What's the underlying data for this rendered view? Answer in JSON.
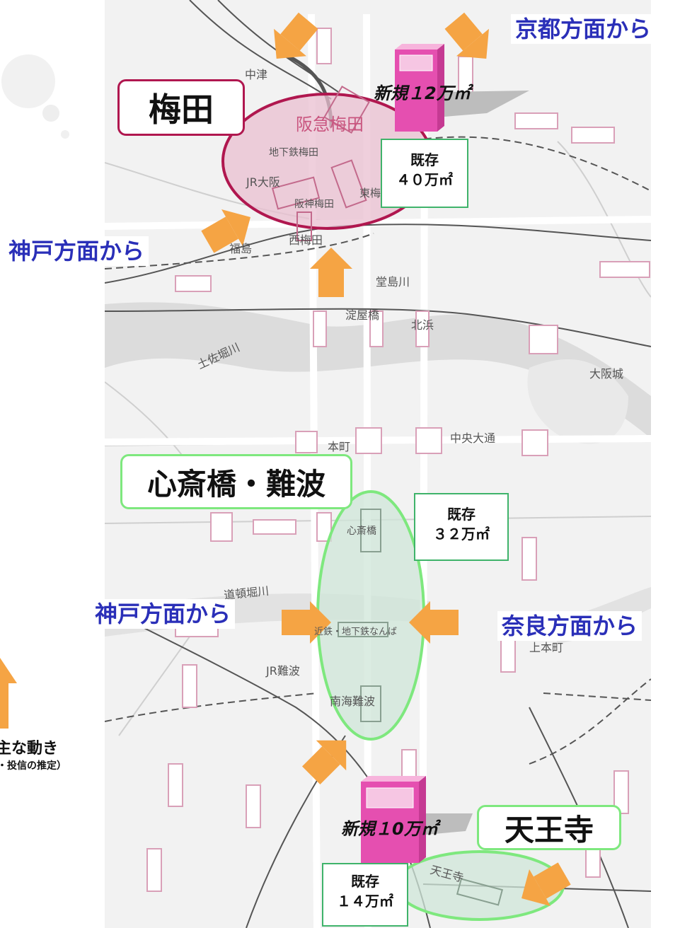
{
  "areas": {
    "umeda": {
      "title": "梅田",
      "existing_label": "既存",
      "existing_area": "４０万㎡",
      "new_label": "新規１2万㎡",
      "accent": "#b0174f",
      "fill": "#e9bfd0"
    },
    "shinsaibashi_namba": {
      "title": "心斎橋・難波",
      "existing_label": "既存",
      "existing_area": "３２万㎡",
      "accent": "#3fb36a",
      "fill": "#cfe6d8"
    },
    "tennoji": {
      "title": "天王寺",
      "existing_label": "既存",
      "existing_area": "１４万㎡",
      "new_label": "新規１0万㎡",
      "accent": "#3fb36a",
      "fill": "#cfe6d8"
    }
  },
  "directions": {
    "from_kyoto": "京都方面から",
    "from_kobe_north": "神戸方面から",
    "from_kobe_south": "神戸方面から",
    "from_nara": "奈良方面から"
  },
  "map_labels": {
    "nakatsu": "中津",
    "hankyu_umeda": "阪急梅田",
    "subway_umeda": "地下鉄梅田",
    "jr_osaka": "JR大阪",
    "hanshin_umeda": "阪神梅田",
    "higashi_umeda": "東梅田",
    "nishi_umeda": "西梅田",
    "fukushima": "福島",
    "dojimagawa": "堂島川",
    "yodoyabashi": "淀屋橋",
    "kitahama": "北浜",
    "tosaborigawa": "土佐堀川",
    "osaka_castle": "大阪城",
    "hommachi": "本町",
    "chuo_odori": "中央大通",
    "shinsaibashi": "心斎橋",
    "dotonborigawa": "道頓堀川",
    "namba": "近鉄・地下鉄なんば",
    "jr_namba": "JR難波",
    "uehommachi": "上本町",
    "nankai_namba": "南海難波",
    "tennoji_station": "天王寺"
  },
  "legend": {
    "line1": "主な動き",
    "line2": "・投信の推定）"
  },
  "colors": {
    "direction_text": "#2a2fb8",
    "arrow": "#f5a444",
    "new_building": "#e54fb0",
    "road": "#ffffff",
    "rail": "#444444"
  }
}
